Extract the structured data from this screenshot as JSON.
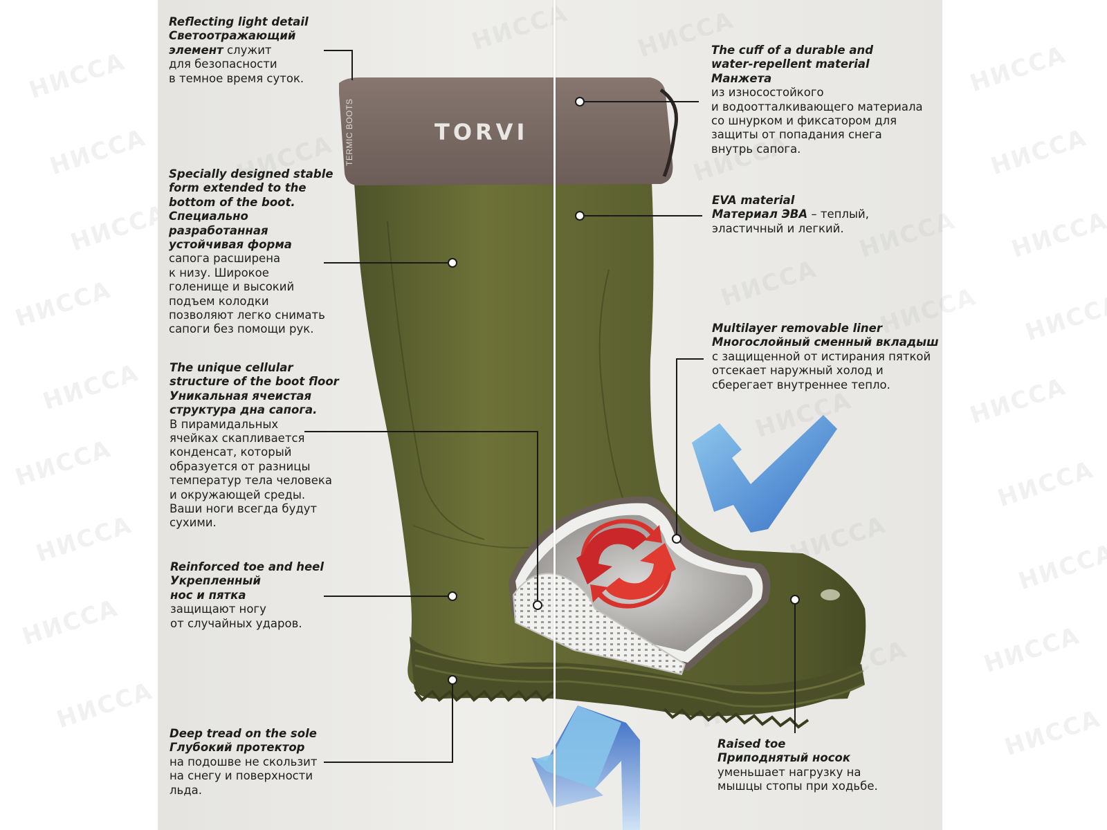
{
  "watermark": {
    "text": "НИССА"
  },
  "brand": {
    "name": "TORVI",
    "sub": "TERMIC BOOTS"
  },
  "colors": {
    "boot_green": "#5f6430",
    "cuff_brown": "#7c6c66",
    "arrow_blue": "#2d6fc7",
    "red_symbol": "#d8322c",
    "paper": "#ecebe7"
  },
  "callouts": [
    {
      "id": "reflecting",
      "en": "Reflecting light detail",
      "ru_bold": "Светоотражающий",
      "ru_bold2": "элемент",
      "ru_inline": " служит",
      "ru_lines": [
        "для безопасности",
        "в темное время суток."
      ]
    },
    {
      "id": "stable-form",
      "en_lines": [
        "Specially designed stable",
        "form extended to the",
        "bottom of the boot."
      ],
      "ru_bold_lines": [
        "Специально",
        "разработанная",
        "устойчивая форма"
      ],
      "ru_lines": [
        "сапога расширена",
        "к низу. Широкое",
        "голенище и высокий",
        "подъем колодки",
        "позволяют легко снимать",
        "сапоги без помощи рук."
      ]
    },
    {
      "id": "cellular",
      "en_lines": [
        "The unique cellular",
        "structure of the boot floor"
      ],
      "ru_bold_lines": [
        "Уникальная ячеистая",
        "структура дна сапога."
      ],
      "ru_lines": [
        "В пирамидальных",
        "ячейках скапливается",
        "конденсат, который",
        "образуется от разницы",
        "температур тела человека",
        "и окружающей среды.",
        "Ваши ноги всегда будут",
        "сухими."
      ]
    },
    {
      "id": "reinforced",
      "en_lines": [
        "Reinforced toe and heel"
      ],
      "ru_bold_lines": [
        "Укрепленный",
        "нос и пятка"
      ],
      "ru_lines": [
        "защищают ногу",
        "от случайных ударов."
      ]
    },
    {
      "id": "tread",
      "en_lines": [
        "Deep tread on the sole"
      ],
      "ru_bold_lines": [
        "Глубокий протектор"
      ],
      "ru_lines": [
        "на подошве не скользит",
        "на снегу и поверхности",
        "льда."
      ]
    },
    {
      "id": "cuff",
      "en_lines": [
        "The cuff of a durable and",
        "water-repellent material"
      ],
      "ru_bold_lines": [
        "Манжета"
      ],
      "ru_lines": [
        "из износостойкого",
        "и водоотталкивающего материала",
        "со шнурком и фиксатором для",
        "защиты от попадания снега",
        "внутрь сапога."
      ]
    },
    {
      "id": "eva",
      "en_lines": [
        "EVA material"
      ],
      "ru_bold_inline": "Материал ЭВА",
      "ru_inline": " – теплый,",
      "ru_lines": [
        "эластичный и легкий."
      ]
    },
    {
      "id": "liner",
      "en_lines": [
        "Multilayer removable liner"
      ],
      "ru_bold_lines": [
        "Многослойный сменный вкладыш"
      ],
      "ru_lines": [
        "с защищенной от истирания пяткой",
        "отсекает наружный холод и",
        "сберегает внутреннее тепло."
      ]
    },
    {
      "id": "raised-toe",
      "en_lines": [
        "Raised toe"
      ],
      "ru_bold_lines": [
        "Приподнятый носок"
      ],
      "ru_lines": [
        "уменьшает нагрузку на",
        "мышцы стопы при ходьбе."
      ]
    }
  ]
}
